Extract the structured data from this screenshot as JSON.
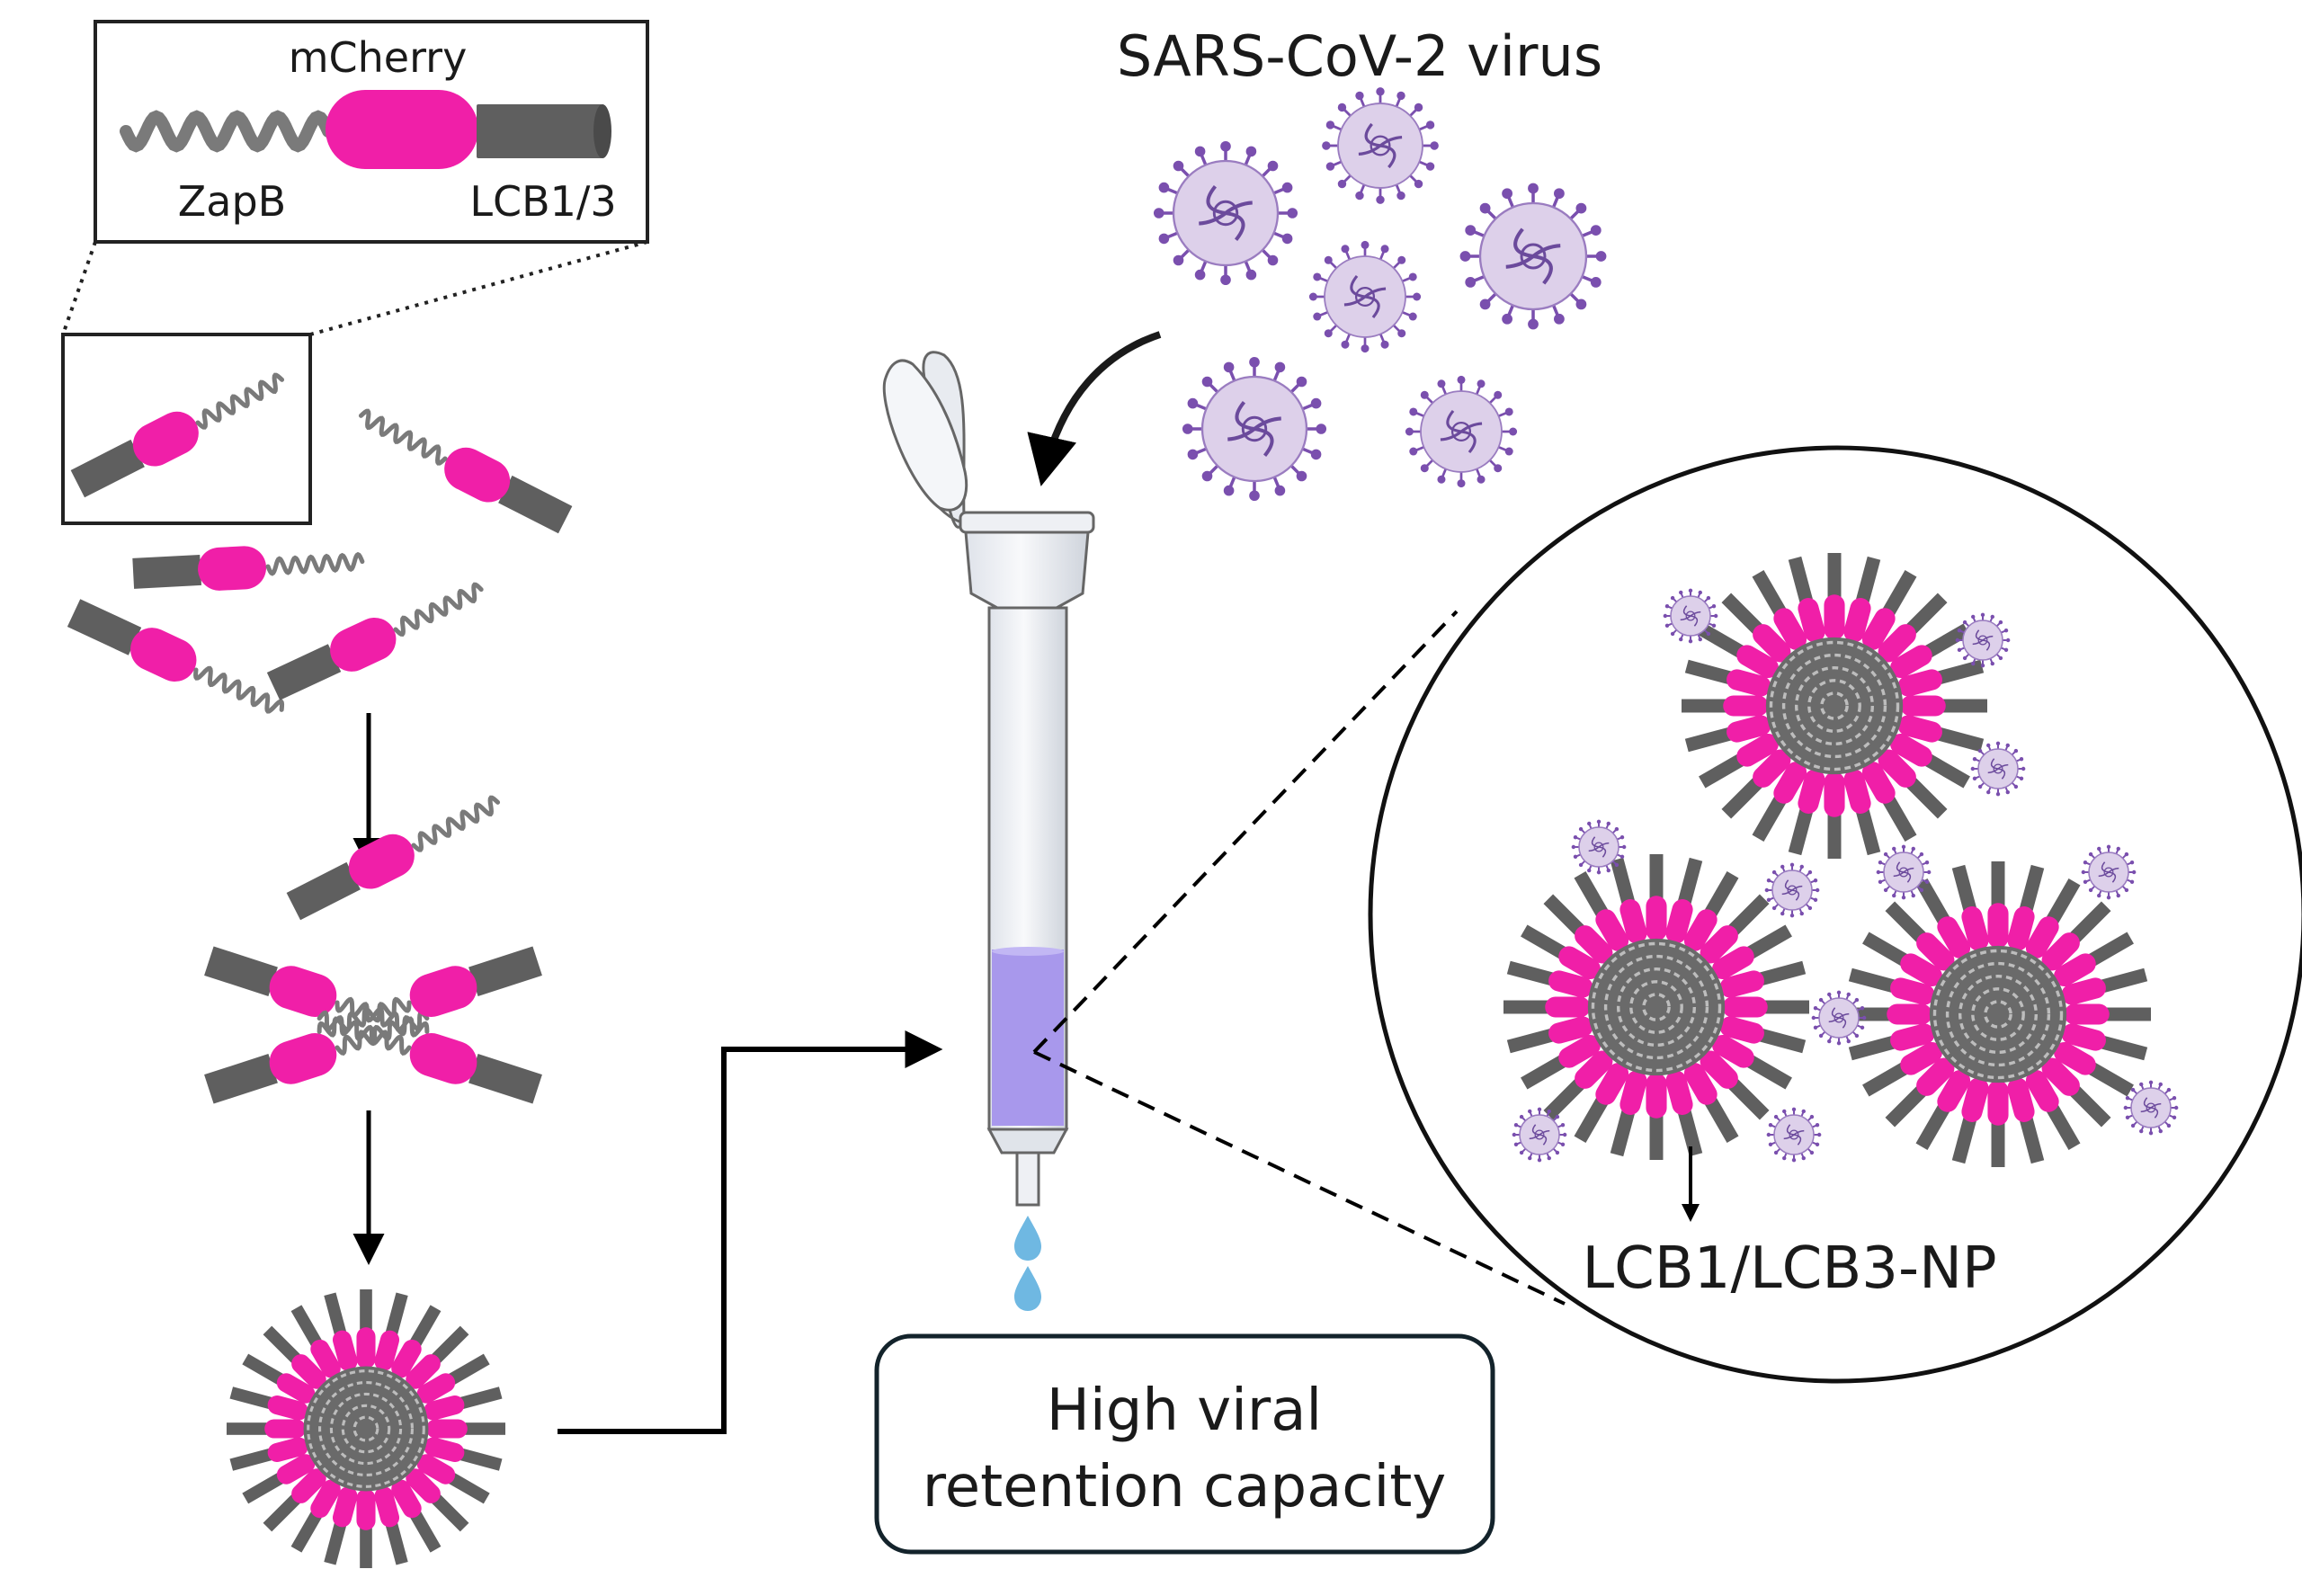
{
  "labels": {
    "fusion_title": "mCherry",
    "zapb": "ZapB",
    "lcb": "LCB1/3",
    "virus_title": "SARS-CoV-2 virus",
    "np_label": "LCB1/LCB3-NP",
    "capacity_line1": "High viral",
    "capacity_line2": "retention capacity"
  },
  "colors": {
    "mcherry": "#f01fa8",
    "lcb_block": "#5f5f5f",
    "zapb_helix": "#7a7a7a",
    "virus_fill": "#ddd0ea",
    "virus_spike": "#7a4fae",
    "column_liquid": "#a898ec",
    "drop": "#6fb8e2"
  },
  "icons": {
    "virus": "virus-icon",
    "column": "spin-column-icon",
    "nanoparticle": "nanoparticle-icon"
  }
}
